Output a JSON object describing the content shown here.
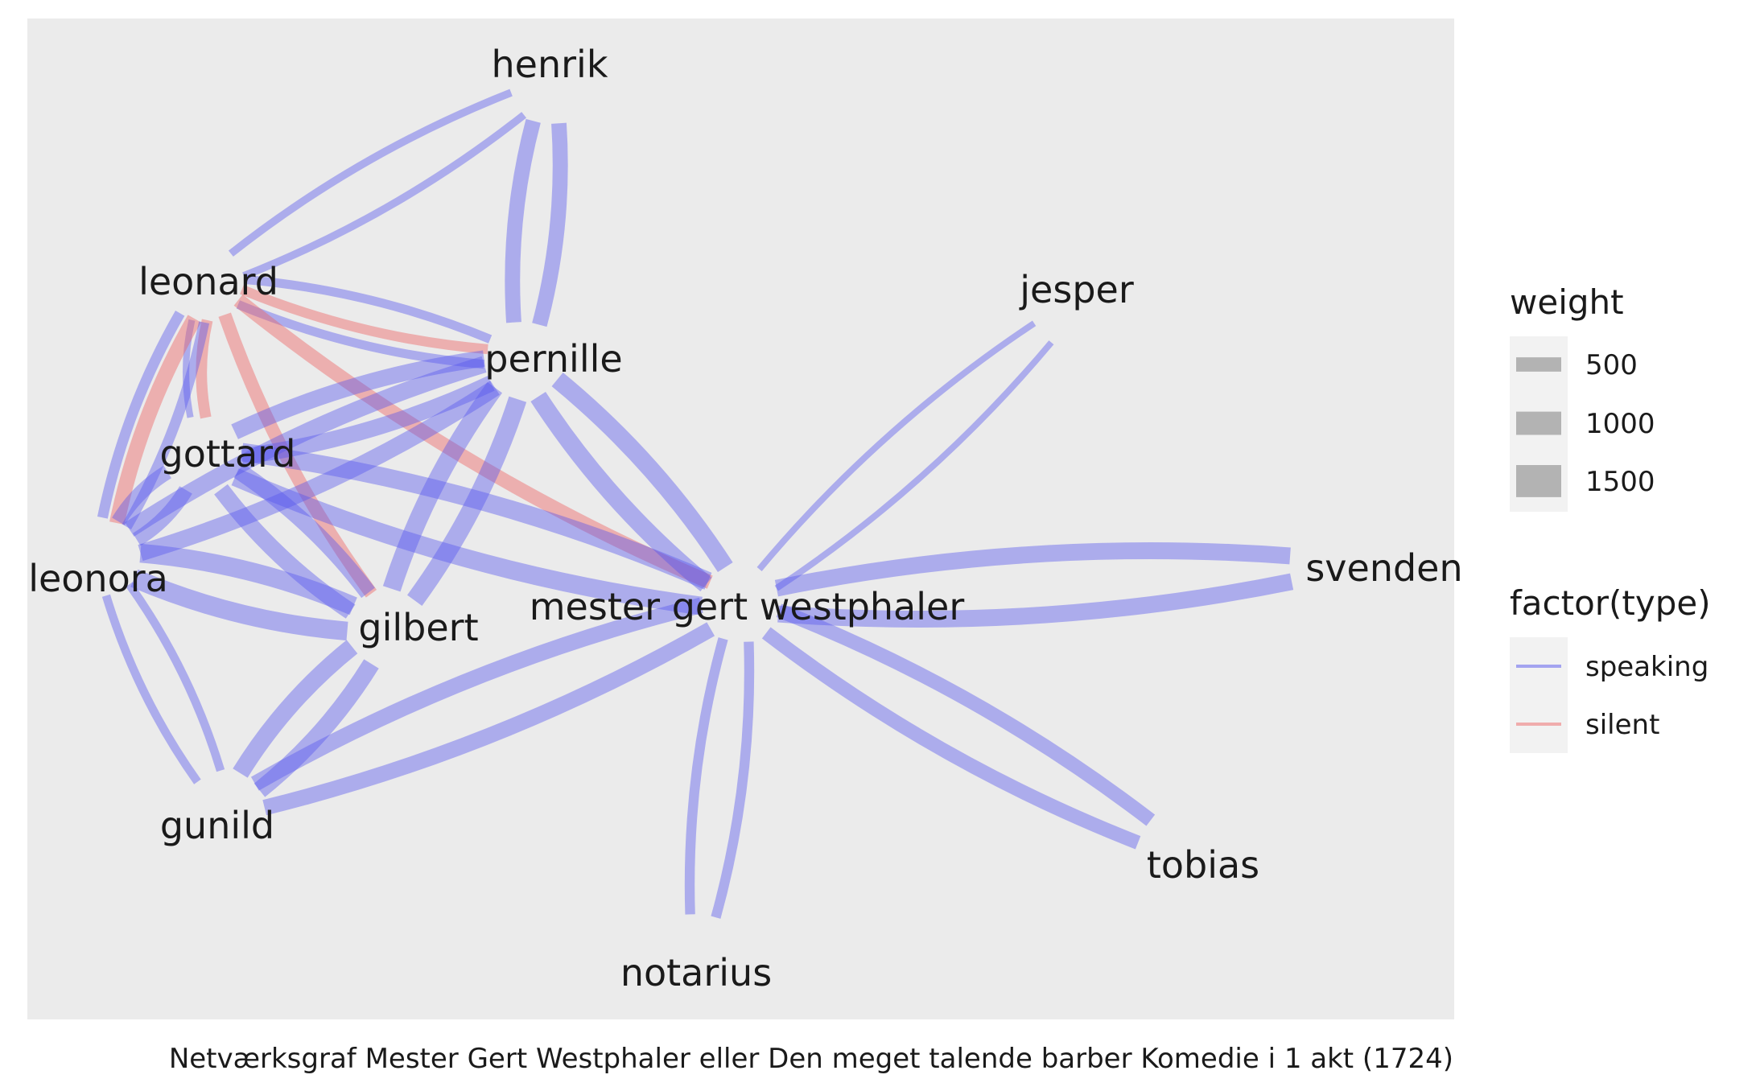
{
  "chart_data": {
    "type": "network",
    "caption": "Netværksgraf Mester Gert Westphaler eller Den meget talende barber Komedie i 1 akt (1724)",
    "colors": {
      "speaking": "#5555ee",
      "silent": "#ee6666",
      "panel": "#ebebeb",
      "legend_key": "#b3b3b3"
    },
    "nodes": [
      "henrik",
      "leonard",
      "jesper",
      "pernille",
      "gottard",
      "leonora",
      "mester gert westphaler",
      "svenden",
      "gilbert",
      "gunild",
      "tobias",
      "notarius"
    ],
    "edges": [
      {
        "from": "leonard",
        "to": "henrik",
        "type": "speaking",
        "weight": 420
      },
      {
        "from": "henrik",
        "to": "leonard",
        "type": "speaking",
        "weight": 420
      },
      {
        "from": "henrik",
        "to": "pernille",
        "type": "speaking",
        "weight": 1150
      },
      {
        "from": "pernille",
        "to": "henrik",
        "type": "speaking",
        "weight": 1150
      },
      {
        "from": "leonard",
        "to": "pernille",
        "type": "speaking",
        "weight": 550
      },
      {
        "from": "pernille",
        "to": "leonard",
        "type": "speaking",
        "weight": 550
      },
      {
        "from": "leonard",
        "to": "pernille",
        "type": "silent",
        "weight": 650
      },
      {
        "from": "leonard",
        "to": "gottard",
        "type": "speaking",
        "weight": 320
      },
      {
        "from": "leonard",
        "to": "gottard",
        "type": "silent",
        "weight": 750
      },
      {
        "from": "leonard",
        "to": "leonora",
        "type": "silent",
        "weight": 1150
      },
      {
        "from": "leonora",
        "to": "leonard",
        "type": "speaking",
        "weight": 700
      },
      {
        "from": "leonard",
        "to": "leonora",
        "type": "speaking",
        "weight": 700
      },
      {
        "from": "leonard",
        "to": "gilbert",
        "type": "silent",
        "weight": 950
      },
      {
        "from": "leonard",
        "to": "mester gert westphaler",
        "type": "silent",
        "weight": 1050
      },
      {
        "from": "jesper",
        "to": "mester gert westphaler",
        "type": "speaking",
        "weight": 300
      },
      {
        "from": "mester gert westphaler",
        "to": "jesper",
        "type": "speaking",
        "weight": 300
      },
      {
        "from": "pernille",
        "to": "gottard",
        "type": "speaking",
        "weight": 1250
      },
      {
        "from": "gottard",
        "to": "pernille",
        "type": "speaking",
        "weight": 1250
      },
      {
        "from": "pernille",
        "to": "leonora",
        "type": "speaking",
        "weight": 1300
      },
      {
        "from": "leonora",
        "to": "pernille",
        "type": "speaking",
        "weight": 1300
      },
      {
        "from": "pernille",
        "to": "gilbert",
        "type": "speaking",
        "weight": 1450
      },
      {
        "from": "gilbert",
        "to": "pernille",
        "type": "speaking",
        "weight": 1450
      },
      {
        "from": "pernille",
        "to": "mester gert westphaler",
        "type": "speaking",
        "weight": 1400
      },
      {
        "from": "mester gert westphaler",
        "to": "pernille",
        "type": "speaking",
        "weight": 1400
      },
      {
        "from": "gottard",
        "to": "leonora",
        "type": "speaking",
        "weight": 1100
      },
      {
        "from": "leonora",
        "to": "gottard",
        "type": "speaking",
        "weight": 1100
      },
      {
        "from": "gottard",
        "to": "gilbert",
        "type": "speaking",
        "weight": 1300
      },
      {
        "from": "gilbert",
        "to": "gottard",
        "type": "speaking",
        "weight": 1300
      },
      {
        "from": "gottard",
        "to": "mester gert westphaler",
        "type": "speaking",
        "weight": 1450
      },
      {
        "from": "mester gert westphaler",
        "to": "gottard",
        "type": "speaking",
        "weight": 1450
      },
      {
        "from": "leonora",
        "to": "gilbert",
        "type": "speaking",
        "weight": 1500
      },
      {
        "from": "gilbert",
        "to": "leonora",
        "type": "speaking",
        "weight": 1500
      },
      {
        "from": "leonora",
        "to": "gunild",
        "type": "speaking",
        "weight": 500
      },
      {
        "from": "gunild",
        "to": "leonora",
        "type": "speaking",
        "weight": 500
      },
      {
        "from": "gilbert",
        "to": "gunild",
        "type": "speaking",
        "weight": 1350
      },
      {
        "from": "gunild",
        "to": "gilbert",
        "type": "speaking",
        "weight": 1350
      },
      {
        "from": "gunild",
        "to": "mester gert westphaler",
        "type": "speaking",
        "weight": 1200
      },
      {
        "from": "mester gert westphaler",
        "to": "gunild",
        "type": "speaking",
        "weight": 1200
      },
      {
        "from": "mester gert westphaler",
        "to": "svenden",
        "type": "speaking",
        "weight": 1300
      },
      {
        "from": "svenden",
        "to": "mester gert westphaler",
        "type": "speaking",
        "weight": 1300
      },
      {
        "from": "mester gert westphaler",
        "to": "tobias",
        "type": "speaking",
        "weight": 1050
      },
      {
        "from": "tobias",
        "to": "mester gert westphaler",
        "type": "speaking",
        "weight": 1050
      },
      {
        "from": "mester gert westphaler",
        "to": "notarius",
        "type": "speaking",
        "weight": 650
      },
      {
        "from": "notarius",
        "to": "mester gert westphaler",
        "type": "speaking",
        "weight": 650
      }
    ],
    "legend": {
      "weight_title": "weight",
      "weight_items": [
        {
          "label": "500",
          "value": 500
        },
        {
          "label": "1000",
          "value": 1000
        },
        {
          "label": "1500",
          "value": 1500
        }
      ],
      "type_title": "factor(type)",
      "type_items": [
        {
          "label": "speaking",
          "type": "speaking"
        },
        {
          "label": "silent",
          "type": "silent"
        }
      ]
    }
  }
}
